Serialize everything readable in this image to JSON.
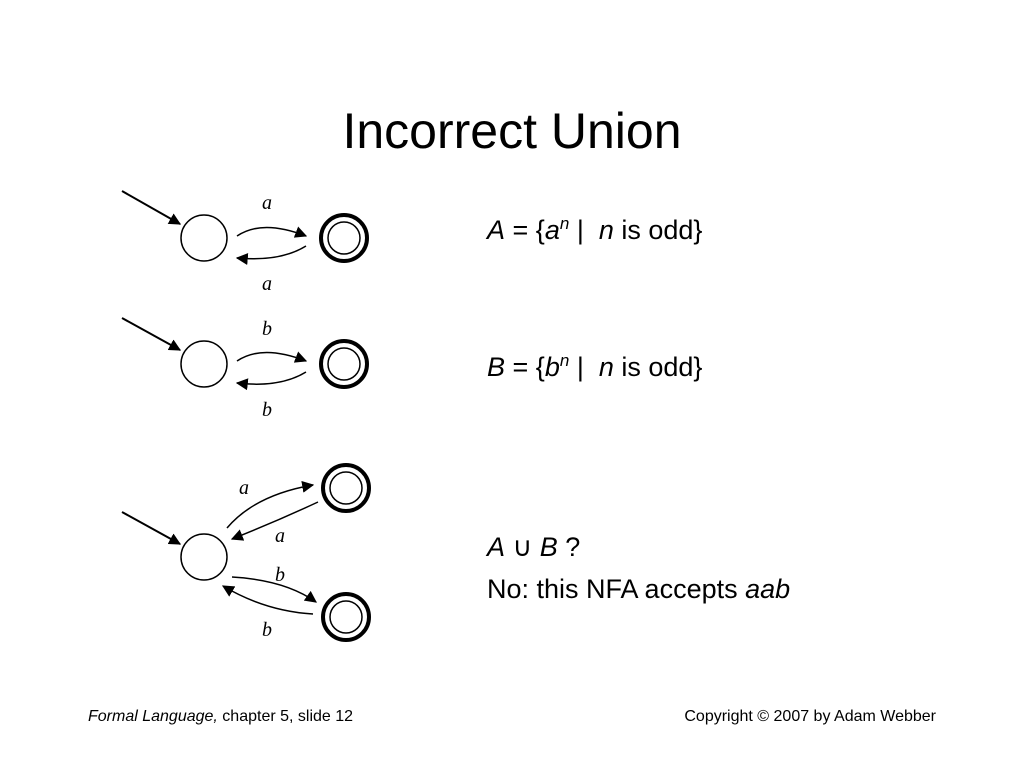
{
  "title": "Incorrect Union",
  "language_a": {
    "name": "A",
    "eq": " = {",
    "sym": "a",
    "exp": "n",
    "bar": " |  ",
    "var": "n",
    "rest": " is odd}"
  },
  "language_b": {
    "name": "B",
    "eq": " = {",
    "sym": "b",
    "exp": "n",
    "bar": " |  ",
    "var": "n",
    "rest": " is odd}"
  },
  "union_question": {
    "a": "A",
    "op": " ∪ ",
    "b": "B",
    "q": " ?"
  },
  "answer": {
    "prefix": "No: this NFA accepts ",
    "word": "aab"
  },
  "diagram_labels": {
    "nfa_a_top": "a",
    "nfa_a_bottom": "a",
    "nfa_b_top": "b",
    "nfa_b_bottom": "b",
    "union_a_top": "a",
    "union_a_bottom": "a",
    "union_b_top": "b",
    "union_b_bottom": "b"
  },
  "footer": {
    "course": "Formal Language,",
    "location": " chapter 5, slide 12",
    "copyright": "Copyright © 2007 by Adam Webber"
  }
}
